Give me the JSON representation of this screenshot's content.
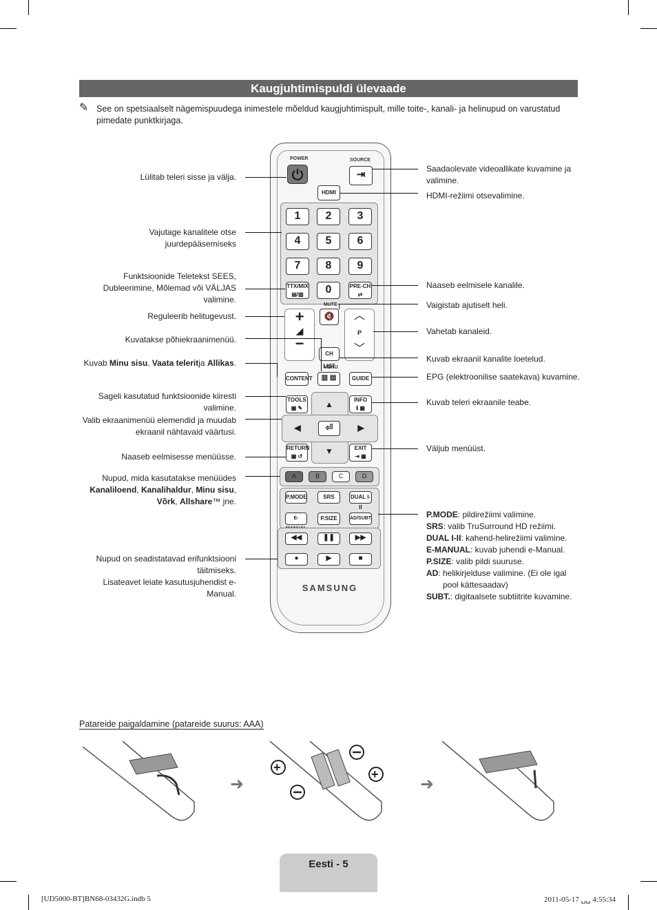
{
  "title": "Kaugjuhtimispuldi ülevaade",
  "note": "See on spetsiaalselt nägemispuudega inimestele mõeldud kaugjuhtimispult, mille toite-, kanali- ja helinupud on varustatud pimedate punktkirjaga.",
  "remote": {
    "power": "POWER",
    "source": "SOURCE",
    "hdmi": "HDMI",
    "digits": [
      "1",
      "2",
      "3",
      "4",
      "5",
      "6",
      "7",
      "8",
      "9",
      "0"
    ],
    "ttx": "TTX/MIX",
    "prech": "PRE-CH",
    "mute": "MUTE",
    "p": "P",
    "chlist": "CH LIST",
    "menu": "MENU",
    "content": "CONTENT",
    "guide": "GUIDE",
    "tools": "TOOLS",
    "info": "INFO",
    "return": "RETURN",
    "exit": "EXIT",
    "colors": [
      "A",
      "B",
      "C",
      "D"
    ],
    "pmode": "P.MODE",
    "srs": "SRS",
    "dual": "DUAL I-II",
    "emanual": "E-MANUAL",
    "psize": "P.SIZE",
    "adsubt": "AD/SUBT.",
    "brand": "SAMSUNG"
  },
  "left": {
    "power": "Lülitab teleri sisse ja välja.",
    "channels": "Vajutage kanalitele otse juurdepääsemiseks",
    "ttx": "Funktsioonide Teletekst SEES, Dubleerimine, Mõlemad või VÄLJAS valimine.",
    "volume": "Reguleerib helitugevust.",
    "menu": "Kuvatakse põhiekraanimenüü.",
    "content_pre": "Kuvab ",
    "content_b1": "Minu sisu",
    "content_sep1": ", ",
    "content_b2": "Vaata telerit",
    "content_mid": "ja ",
    "content_b3": "Allikas",
    "content_end": ".",
    "tools": "Sageli kasutatud funktsioonide kiiresti valimine.",
    "nav": "Valib ekraanimenüü elemendid ja muudab ekraanil nähtavaid väärtusi.",
    "return": "Naaseb eelmisesse menüüsse.",
    "colors_pre": "Nupud, mida kasutatakse menüüdes",
    "colors_b1": "Kanaliloend",
    "colors_sep1": ", ",
    "colors_b2": "Kanalihaldur",
    "colors_sep2": ", ",
    "colors_b3": "Minu sisu",
    "colors_sep3": ",",
    "colors_b4": "Võrk",
    "colors_sep4": ", ",
    "colors_b5": "Allshare",
    "colors_end": "™ jne.",
    "playback1": "Nupud on seadistatavad erifunktsiooni täitmiseks.",
    "playback2": "Lisateavet leiate kasutusjuhendist e-Manual."
  },
  "right": {
    "source": "Saadaolevate videoallikate kuvamine ja valimine.",
    "hdmi": "HDMI-režiimi otsevalimine.",
    "prech": "Naaseb eelmisele kanalile.",
    "mute": "Vaigistab ajutiselt heli.",
    "channel": "Vahetab kanaleid.",
    "chlist": "Kuvab ekraanil kanalite loetelud.",
    "guide": "EPG (elektroonilise saatekava) kuvamine.",
    "info": "Kuvab teleri ekraanile teabe.",
    "exit": "Väljub menüüst.",
    "fn": [
      {
        "key": "P.MODE",
        "text": ": pildirežiimi valimine."
      },
      {
        "key": "SRS",
        "text": ": valib TruSurround HD režiimi."
      },
      {
        "key": "DUAL I-II",
        "text": ": kahend-helirežiimi valimine."
      },
      {
        "key": "E-MANUAL",
        "text": ": kuvab juhendi e-Manual."
      },
      {
        "key": "P.SIZE",
        "text": ": valib pildi suuruse."
      },
      {
        "key": "AD",
        "text": ": helikirjelduse valimine. (Ei ole igal"
      },
      {
        "key": "",
        "text": "pool kättesaadav)"
      },
      {
        "key": "SUBT.",
        "text": ": digitaalsete subtiitrite kuvamine."
      }
    ]
  },
  "battery_title": "Patareide paigaldamine (patareide suurus: AAA)",
  "page": "Eesti - 5",
  "footer_left": "[UD5000-BT]BN68-03432G.indb   5",
  "footer_right": "2011-05-17   ␣␣ 4:55:34"
}
